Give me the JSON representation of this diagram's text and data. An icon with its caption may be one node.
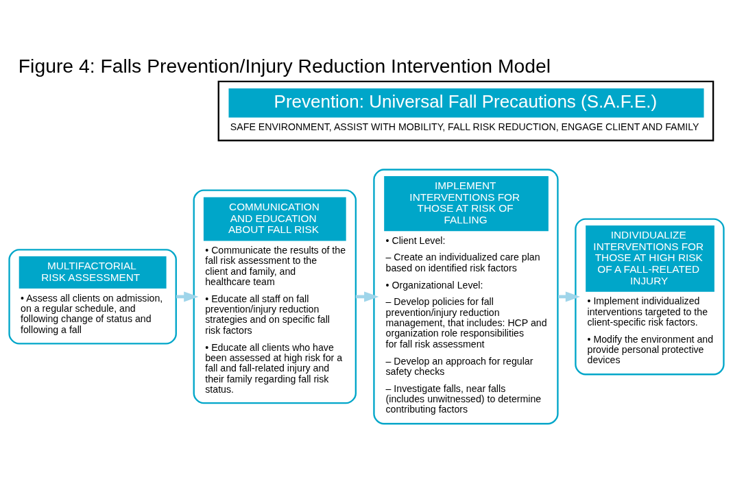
{
  "diagram": {
    "title": "Figure 4: Falls Prevention/Injury Reduction Intervention Model",
    "nodes": [
      {
        "text": [
          "Prevention: Universal Fall Precautions (S.A.F.E.)",
          "SAFE ENVIRONMENT, ASSIST WITH MOBILITY, FALL RISK REDUCTION, ENGAGE CLIENT AND FAMILY"
        ]
      },
      {
        "text": [
          "MULTIFACTORIAL RISK ASSESSMENT",
          "• Assess all clients on admission, on a regular schedule, and following change of status and following a fall"
        ]
      },
      {
        "text": [
          "COMMUNICATION AND EDUCATION ABOUT FALL RISK",
          "• Communicate the results of the fall risk assessment to the client and family, and healthcare team",
          "• Educate all staff on fall prevention/injury reduction strategies and on specific fall risk factors",
          "• Educate all clients who have been assessed at high risk for a fall and fall-related injury and their family regarding fall risk status."
        ]
      },
      {
        "text": [
          "IMPLEMENT INTERVENTIONS FOR THOSE AT RISK OF FALLING",
          "• Client Level:",
          "– Create an individualized care plan based on identified risk factors",
          "• Organizational Level:",
          "– Develop policies for fall prevention/injury reduction management, that includes: HCP and organization role responsibilities for fall risk assessment",
          "– Develop an approach for regular safety checks",
          "– Investigate falls, near falls (includes unwitnessed) to determine contributing factors"
        ]
      },
      {
        "text": [
          "INDIVIDUALIZE INTERVENTIONS FOR THOSE AT HIGH RISK OF A FALL-RELATED INJURY",
          "• Implement individualized interventions targeted to the client-specific risk factors.",
          "• Modify the environment and provide personal protective devices"
        ]
      }
    ],
    "edges": [
      {
        "from": 1,
        "to": 2,
        "arrow": "to"
      },
      {
        "from": 2,
        "to": 3,
        "arrow": "to"
      },
      {
        "from": 3,
        "to": 4,
        "arrow": "to"
      }
    ]
  }
}
